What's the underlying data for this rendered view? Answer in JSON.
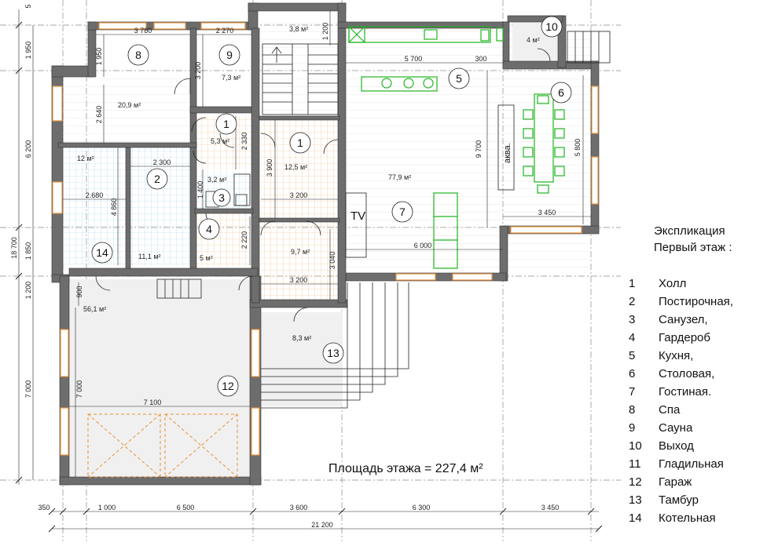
{
  "legend": {
    "title_line1": "Экспликация",
    "title_line2": "Первый этаж :",
    "items": [
      {
        "n": "1",
        "name": "Холл"
      },
      {
        "n": "2",
        "name": "Постирочная,"
      },
      {
        "n": "3",
        "name": "Санузел,"
      },
      {
        "n": "4",
        "name": "Гардероб"
      },
      {
        "n": "5",
        "name": "Кухня,"
      },
      {
        "n": "6",
        "name": "Столовая,"
      },
      {
        "n": "7",
        "name": "Гостиная."
      },
      {
        "n": "8",
        "name": "Спа"
      },
      {
        "n": "9",
        "name": "Сауна"
      },
      {
        "n": "10",
        "name": "Выход"
      },
      {
        "n": "11",
        "name": "Гладильная"
      },
      {
        "n": "12",
        "name": "Гараж"
      },
      {
        "n": "13",
        "name": "Тамбур"
      },
      {
        "n": "14",
        "name": "Котельная"
      }
    ]
  },
  "total_area": "Площадь этажа = 227,4 м²",
  "room_numbers": {
    "r1a": "1",
    "r1b": "1",
    "r2": "2",
    "r3": "3",
    "r4": "4",
    "r5": "5",
    "r6": "6",
    "r7": "7",
    "r8": "8",
    "r9": "9",
    "r10": "10",
    "r12": "12",
    "r13": "13",
    "r14": "14"
  },
  "areas": {
    "a8": "20,9 м²",
    "a9": "7,3 м²",
    "a_top": "3,8 м²",
    "a10": "4 м²",
    "a1a": "5,3 м²",
    "a12m": "12 м²",
    "a1b": "12,5 м²",
    "a3": "3,2 м²",
    "a77": "77,9 м²",
    "a4": "5 м²",
    "a97": "9,7 м²",
    "a11": "11,1 м²",
    "a56": "56,1 м²",
    "a83": "8,3 м²"
  },
  "labels": {
    "tv": "TV",
    "aqua": "аква."
  },
  "dims": {
    "d3780": "3 780",
    "d2270": "2 270",
    "d1200t": "1 200",
    "d5700": "5 700",
    "d300": "300",
    "d1950": "1 950",
    "d3200v": "3 200",
    "d2640": "2 640",
    "d2330": "2 330",
    "d2300": "2 300",
    "d3900": "3 900",
    "d9700": "9 700",
    "d5800": "5 800",
    "d1400": "1 400",
    "d2680": "2.680",
    "d3200a": "3 200",
    "d4860": "4 860",
    "d3450a": "3 450",
    "d2220": "2 220",
    "d3040": "3 040",
    "d6000": "6 000",
    "d900": "900",
    "d3200b": "3 200",
    "d7000v": "7 000",
    "d7100": "7 100",
    "l1950": "1 950",
    "l6200": "6 200",
    "l18700": "18 700",
    "l1850": "1 850",
    "l1200": "1 200",
    "l7000": "7 000",
    "l5": "5",
    "b350": "350",
    "b1000": "1 000",
    "b6500": "6 500",
    "b3600": "3 600",
    "b6300": "6 300",
    "b3450": "3 450",
    "b21200": "21 200"
  }
}
